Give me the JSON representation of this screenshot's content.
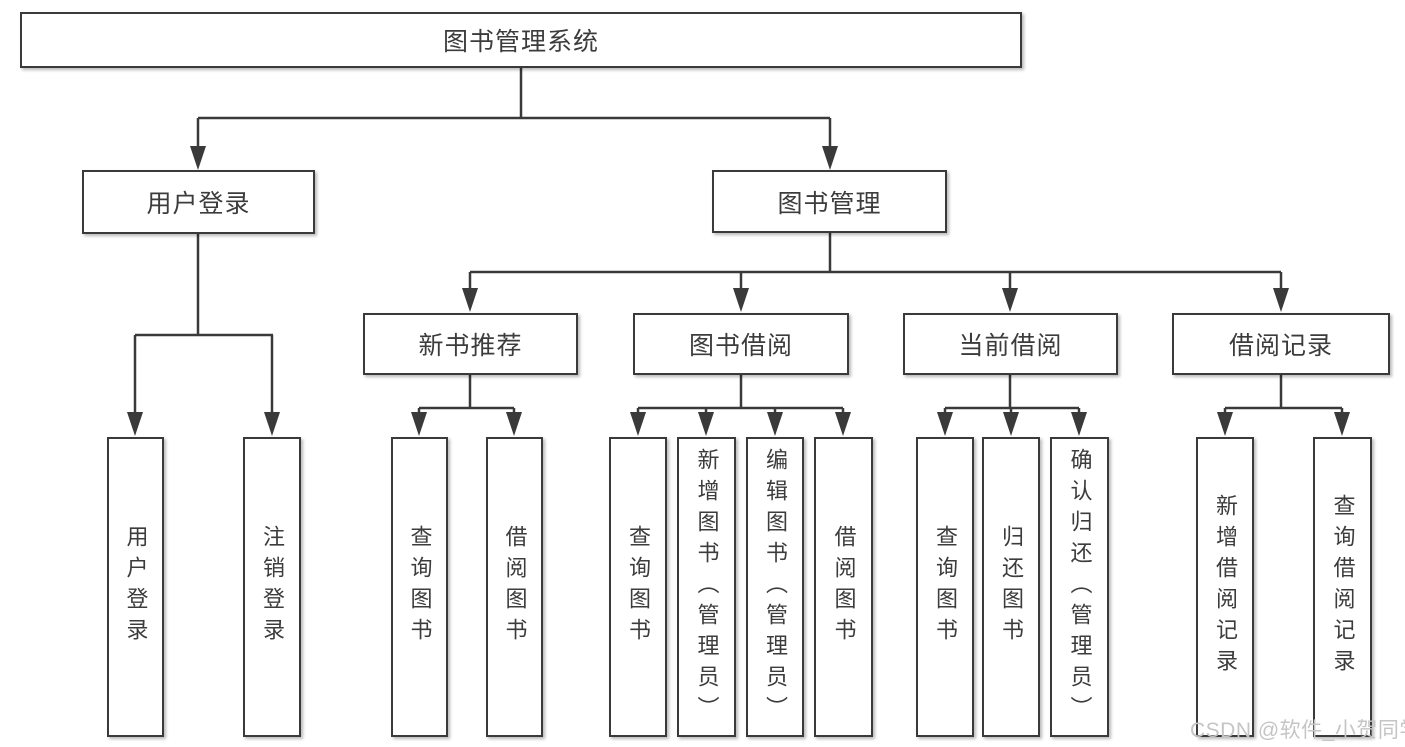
{
  "diagram": {
    "root": "图书管理系统",
    "nodes": {
      "user_login": "用户登录",
      "book_mgmt": "图书管理",
      "new_books": "新书推荐",
      "book_borrow": "图书借阅",
      "current_borrow": "当前借阅",
      "borrow_records": "借阅记录"
    },
    "leaves": {
      "login_user": "用户登录",
      "login_logout": "注销登录",
      "nb_query": "查询图书",
      "nb_borrow": "借阅图书",
      "bb_query": "查询图书",
      "bb_add": "新增图书（管理员）",
      "bb_edit": "编辑图书（管理员）",
      "bb_borrow": "借阅图书",
      "cb_query": "查询图书",
      "cb_return": "归还图书",
      "cb_confirm": "确认归还（管理员）",
      "br_add": "新增借阅记录",
      "br_query": "查询借阅记录"
    },
    "watermark": "CSDN @软件_小贺同学",
    "colors": {
      "line": "#3a3a3a",
      "text": "#3c3c3c",
      "box_bg": "#ffffff",
      "background": "#ffffff",
      "watermark": "#c5c5c5"
    }
  }
}
